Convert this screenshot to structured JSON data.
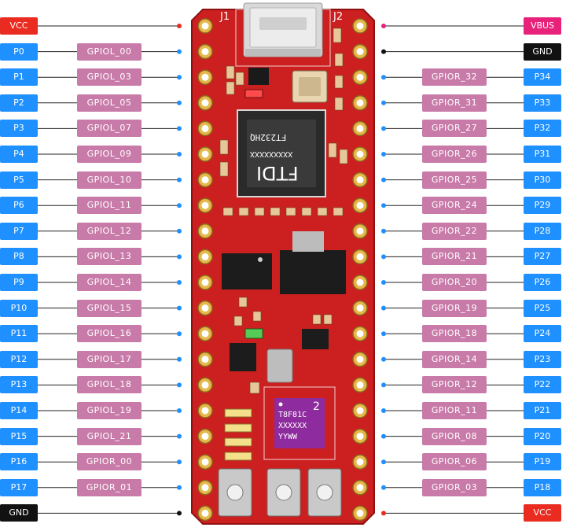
{
  "board": {
    "labels": {
      "j1": "J1",
      "j2": "J2",
      "ic2": "2"
    },
    "ftdi_chip": {
      "part": "FT232HQ",
      "lot": "XXXXXXXXX",
      "brand": "FTDI"
    },
    "mcu_chip": {
      "part": "T8F81C",
      "lot": "XXXXXX",
      "date": "YYWW"
    }
  },
  "colors": {
    "board": "#cc1f1f",
    "pin_tag": "#1e90ff",
    "gpio_tag": "#c87ba8",
    "vcc_tag": "#ea2b1f",
    "gnd_tag": "#111111",
    "vbus_tag": "#e8227a"
  },
  "power": {
    "left_top": "VCC",
    "right_top": "VBUS",
    "right_second": "GND",
    "left_bottom": "GND",
    "right_bottom": "VCC"
  },
  "left_pins": [
    {
      "pin": "P0",
      "gpio": "GPIOL_00"
    },
    {
      "pin": "P1",
      "gpio": "GPIOL_03"
    },
    {
      "pin": "P2",
      "gpio": "GPIOL_05"
    },
    {
      "pin": "P3",
      "gpio": "GPIOL_07"
    },
    {
      "pin": "P4",
      "gpio": "GPIOL_09"
    },
    {
      "pin": "P5",
      "gpio": "GPIOL_10"
    },
    {
      "pin": "P6",
      "gpio": "GPIOL_11"
    },
    {
      "pin": "P7",
      "gpio": "GPIOL_12"
    },
    {
      "pin": "P8",
      "gpio": "GPIOL_13"
    },
    {
      "pin": "P9",
      "gpio": "GPIOL_14"
    },
    {
      "pin": "P10",
      "gpio": "GPIOL_15"
    },
    {
      "pin": "P11",
      "gpio": "GPIOL_16"
    },
    {
      "pin": "P12",
      "gpio": "GPIOL_17"
    },
    {
      "pin": "P13",
      "gpio": "GPIOL_18"
    },
    {
      "pin": "P14",
      "gpio": "GPIOL_19"
    },
    {
      "pin": "P15",
      "gpio": "GPIOL_21"
    },
    {
      "pin": "P16",
      "gpio": "GPIOR_00"
    },
    {
      "pin": "P17",
      "gpio": "GPIOR_01"
    }
  ],
  "right_pins": [
    {
      "pin": "P34",
      "gpio": "GPIOR_32"
    },
    {
      "pin": "P33",
      "gpio": "GPIOR_31"
    },
    {
      "pin": "P32",
      "gpio": "GPIOR_27"
    },
    {
      "pin": "P31",
      "gpio": "GPIOR_26"
    },
    {
      "pin": "P30",
      "gpio": "GPIOR_25"
    },
    {
      "pin": "P29",
      "gpio": "GPIOR_24"
    },
    {
      "pin": "P28",
      "gpio": "GPIOR_22"
    },
    {
      "pin": "P27",
      "gpio": "GPIOR_21"
    },
    {
      "pin": "P26",
      "gpio": "GPIOR_20"
    },
    {
      "pin": "P25",
      "gpio": "GPIOR_19"
    },
    {
      "pin": "P24",
      "gpio": "GPIOR_18"
    },
    {
      "pin": "P23",
      "gpio": "GPIOR_14"
    },
    {
      "pin": "P22",
      "gpio": "GPIOR_12"
    },
    {
      "pin": "P21",
      "gpio": "GPIOR_11"
    },
    {
      "pin": "P20",
      "gpio": "GPIOR_08"
    },
    {
      "pin": "P19",
      "gpio": "GPIOR_06"
    },
    {
      "pin": "P18",
      "gpio": "GPIOR_03"
    }
  ]
}
